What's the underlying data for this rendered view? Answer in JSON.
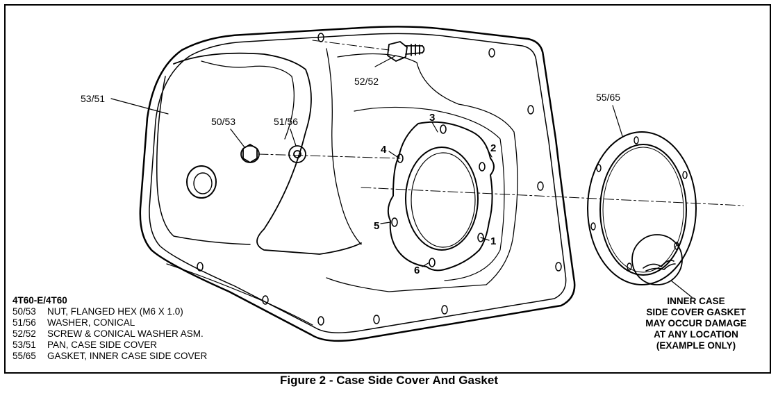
{
  "callouts": {
    "pan": "53/51",
    "nut": "50/53",
    "washer": "51/56",
    "screw": "52/52",
    "gasket": "55/65"
  },
  "bolt_sequence": [
    "1",
    "2",
    "3",
    "4",
    "5",
    "6"
  ],
  "legend": {
    "header": "4T60-E/4T60",
    "items": [
      {
        "code": "50/53",
        "desc": "NUT, FLANGED HEX (M6 X 1.0)"
      },
      {
        "code": "51/56",
        "desc": "WASHER, CONICAL"
      },
      {
        "code": "52/52",
        "desc": "SCREW & CONICAL WASHER ASM."
      },
      {
        "code": "53/51",
        "desc": "PAN, CASE SIDE COVER"
      },
      {
        "code": "55/65",
        "desc": "GASKET, INNER CASE SIDE COVER"
      }
    ]
  },
  "note": {
    "lines": [
      "INNER CASE",
      "SIDE COVER GASKET",
      "MAY OCCUR DAMAGE",
      "AT ANY LOCATION",
      "(EXAMPLE ONLY)"
    ]
  },
  "caption": "Figure 2 - Case Side Cover And Gasket"
}
